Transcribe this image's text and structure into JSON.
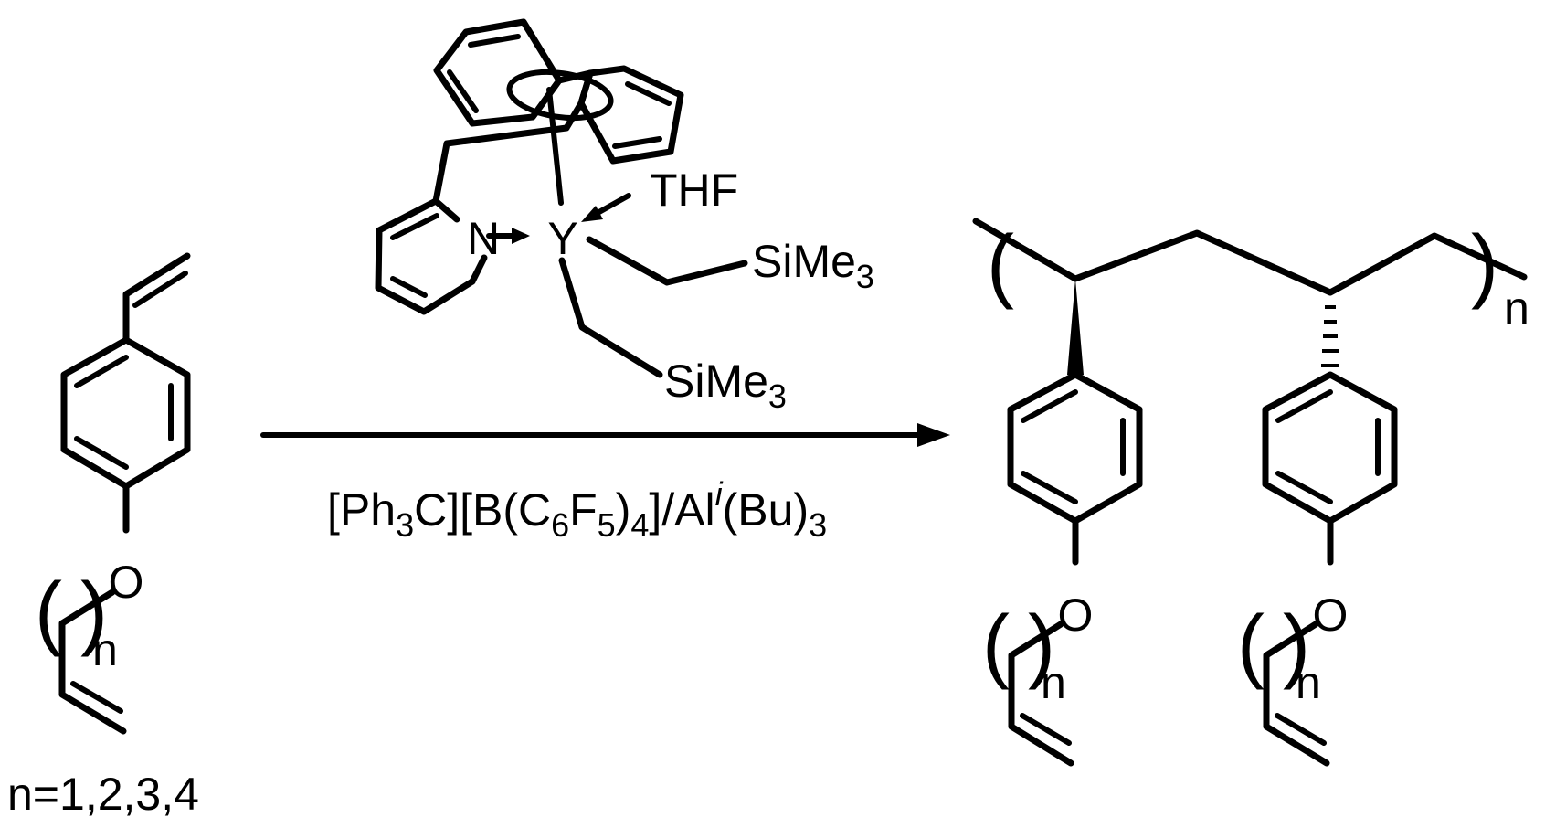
{
  "catalyst": {
    "metal": "Y",
    "donor_label": "THF",
    "pyridine_n": "N",
    "silyl_1": {
      "text": "SiMe",
      "subscript": "3"
    },
    "silyl_2": {
      "text": "SiMe",
      "subscript": "3"
    }
  },
  "cocatalyst": {
    "part1": "[Ph",
    "sub1": "3",
    "part2": "C][B(C",
    "sub2": "6",
    "part3": "F",
    "sub3": "5",
    "part4": ")",
    "sub4": "4",
    "part5": "]/Al",
    "sup_i": "i",
    "part6": "(Bu)",
    "sub5": "3"
  },
  "monomer": {
    "oxygen": "O",
    "repeat_index": "n",
    "n_values_label": "n=1,2,3,4"
  },
  "polymer": {
    "repeat_index": "n",
    "unit1": {
      "oxygen": "O",
      "repeat_index": "n"
    },
    "unit2": {
      "oxygen": "O",
      "repeat_index": "n"
    }
  }
}
